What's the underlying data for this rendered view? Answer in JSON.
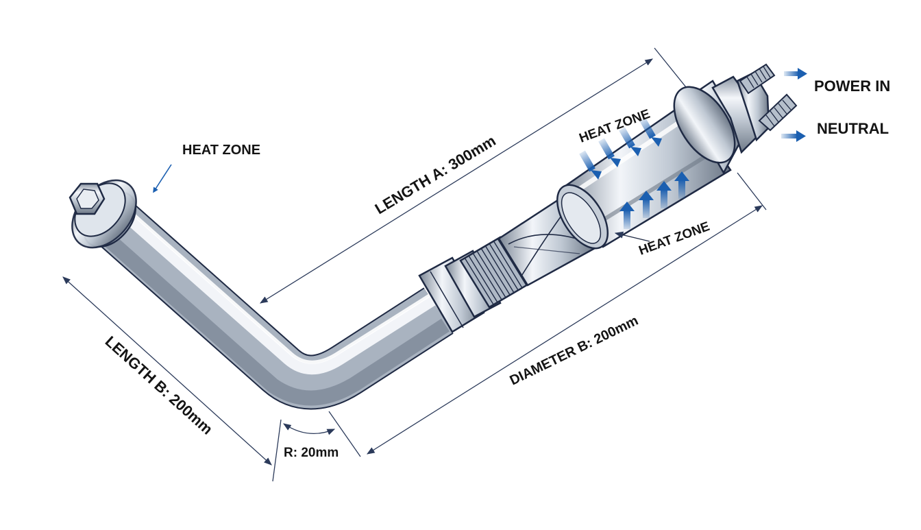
{
  "labels": {
    "heat_zone_left": "HEAT ZONE",
    "heat_zone_top": "HEAT ZONE",
    "heat_zone_bottom": "HEAT ZONE",
    "power_in": "POWER IN",
    "neutral": "NEUTRAL",
    "length_a": "LENGTH A: 300mm",
    "length_b": "LENGTH B: 200mm",
    "diameter_b": "DIAMETER B: 200mm",
    "radius": "R: 20mm"
  },
  "colors": {
    "outline": "#1f2a44",
    "steel_light": "#eef2f7",
    "steel_mid": "#b9c3cf",
    "steel_dark": "#7f8a98",
    "arrow_blue": "#1b5fb0",
    "dimension_line": "#2b3a5a"
  }
}
